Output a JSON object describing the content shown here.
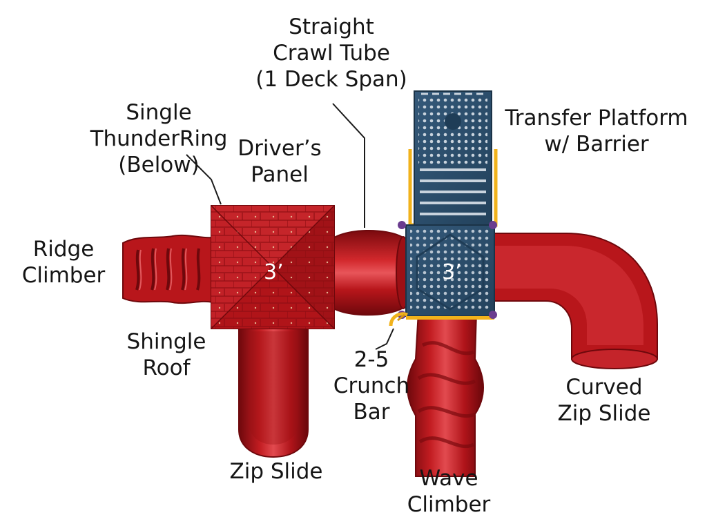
{
  "labels": {
    "crawl_tube": [
      "Straight",
      "Crawl Tube",
      "(1 Deck Span)"
    ],
    "transfer_platform": [
      "Transfer Platform",
      "w/ Barrier"
    ],
    "thunderring": [
      "Single",
      "ThunderRing",
      "(Below)"
    ],
    "drivers_panel": [
      "Driver’s",
      "Panel"
    ],
    "ridge_climber": [
      "Ridge",
      "Climber"
    ],
    "shingle_roof": [
      "Shingle",
      "Roof"
    ],
    "crunch_bar": [
      "2-5",
      "Crunch",
      "Bar"
    ],
    "curved_zip_slide": [
      "Curved",
      "Zip Slide"
    ],
    "zip_slide": [
      "Zip Slide"
    ],
    "wave_climber": [
      "Wave",
      "Climber"
    ]
  },
  "deck_heights": {
    "left_deck": "3’",
    "right_deck": "3’"
  },
  "colors": {
    "component_red": "#b8161b",
    "deck_blue": "#2c4f6c",
    "barrier_yellow": "#f1b21b",
    "post_cap_purple": "#6a3c8f",
    "text": "#151515"
  }
}
